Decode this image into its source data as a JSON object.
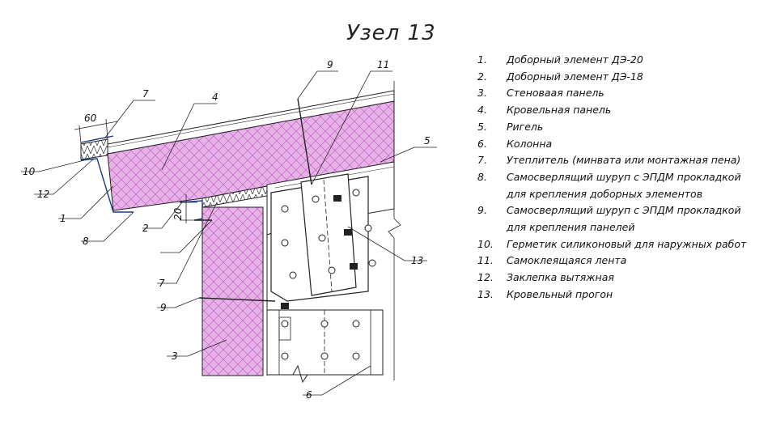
{
  "title": "Узел 13",
  "dimensions": {
    "width_label": "60",
    "height_label": "20"
  },
  "callouts": [
    "9",
    "11",
    "7",
    "4",
    "5",
    "10",
    "12",
    "1",
    "2",
    "8",
    "13",
    "7",
    "9",
    "3",
    "6"
  ],
  "legend": [
    {
      "num": "1.",
      "text": "Доборный элемент ДЭ-20"
    },
    {
      "num": "2.",
      "text": "Доборный элемент ДЭ-18"
    },
    {
      "num": "3.",
      "text": "Стеноваая панель"
    },
    {
      "num": "4.",
      "text": "Кровельная панель"
    },
    {
      "num": "5.",
      "text": "Ригель"
    },
    {
      "num": "6.",
      "text": "Колонна"
    },
    {
      "num": "7.",
      "text": "Утеплитель (минвата или монтажная пена)"
    },
    {
      "num": "8.",
      "text": "Самосверлящий шуруп с ЭПДМ прокладкой для крепления доборных элементов"
    },
    {
      "num": "9.",
      "text": "Самосверлящий шуруп с ЭПДМ прокладкой для крепления панелей"
    },
    {
      "num": "10.",
      "text": "Герметик силиконовый для наружных работ"
    },
    {
      "num": "11.",
      "text": "Самоклеящаяся лента"
    },
    {
      "num": "12.",
      "text": "Заклепка вытяжная"
    },
    {
      "num": "13.",
      "text": "Кровельный прогон"
    }
  ],
  "colors": {
    "insulation": "#e6b3e6",
    "hatch": "#c04fc0",
    "line": "#222222"
  }
}
